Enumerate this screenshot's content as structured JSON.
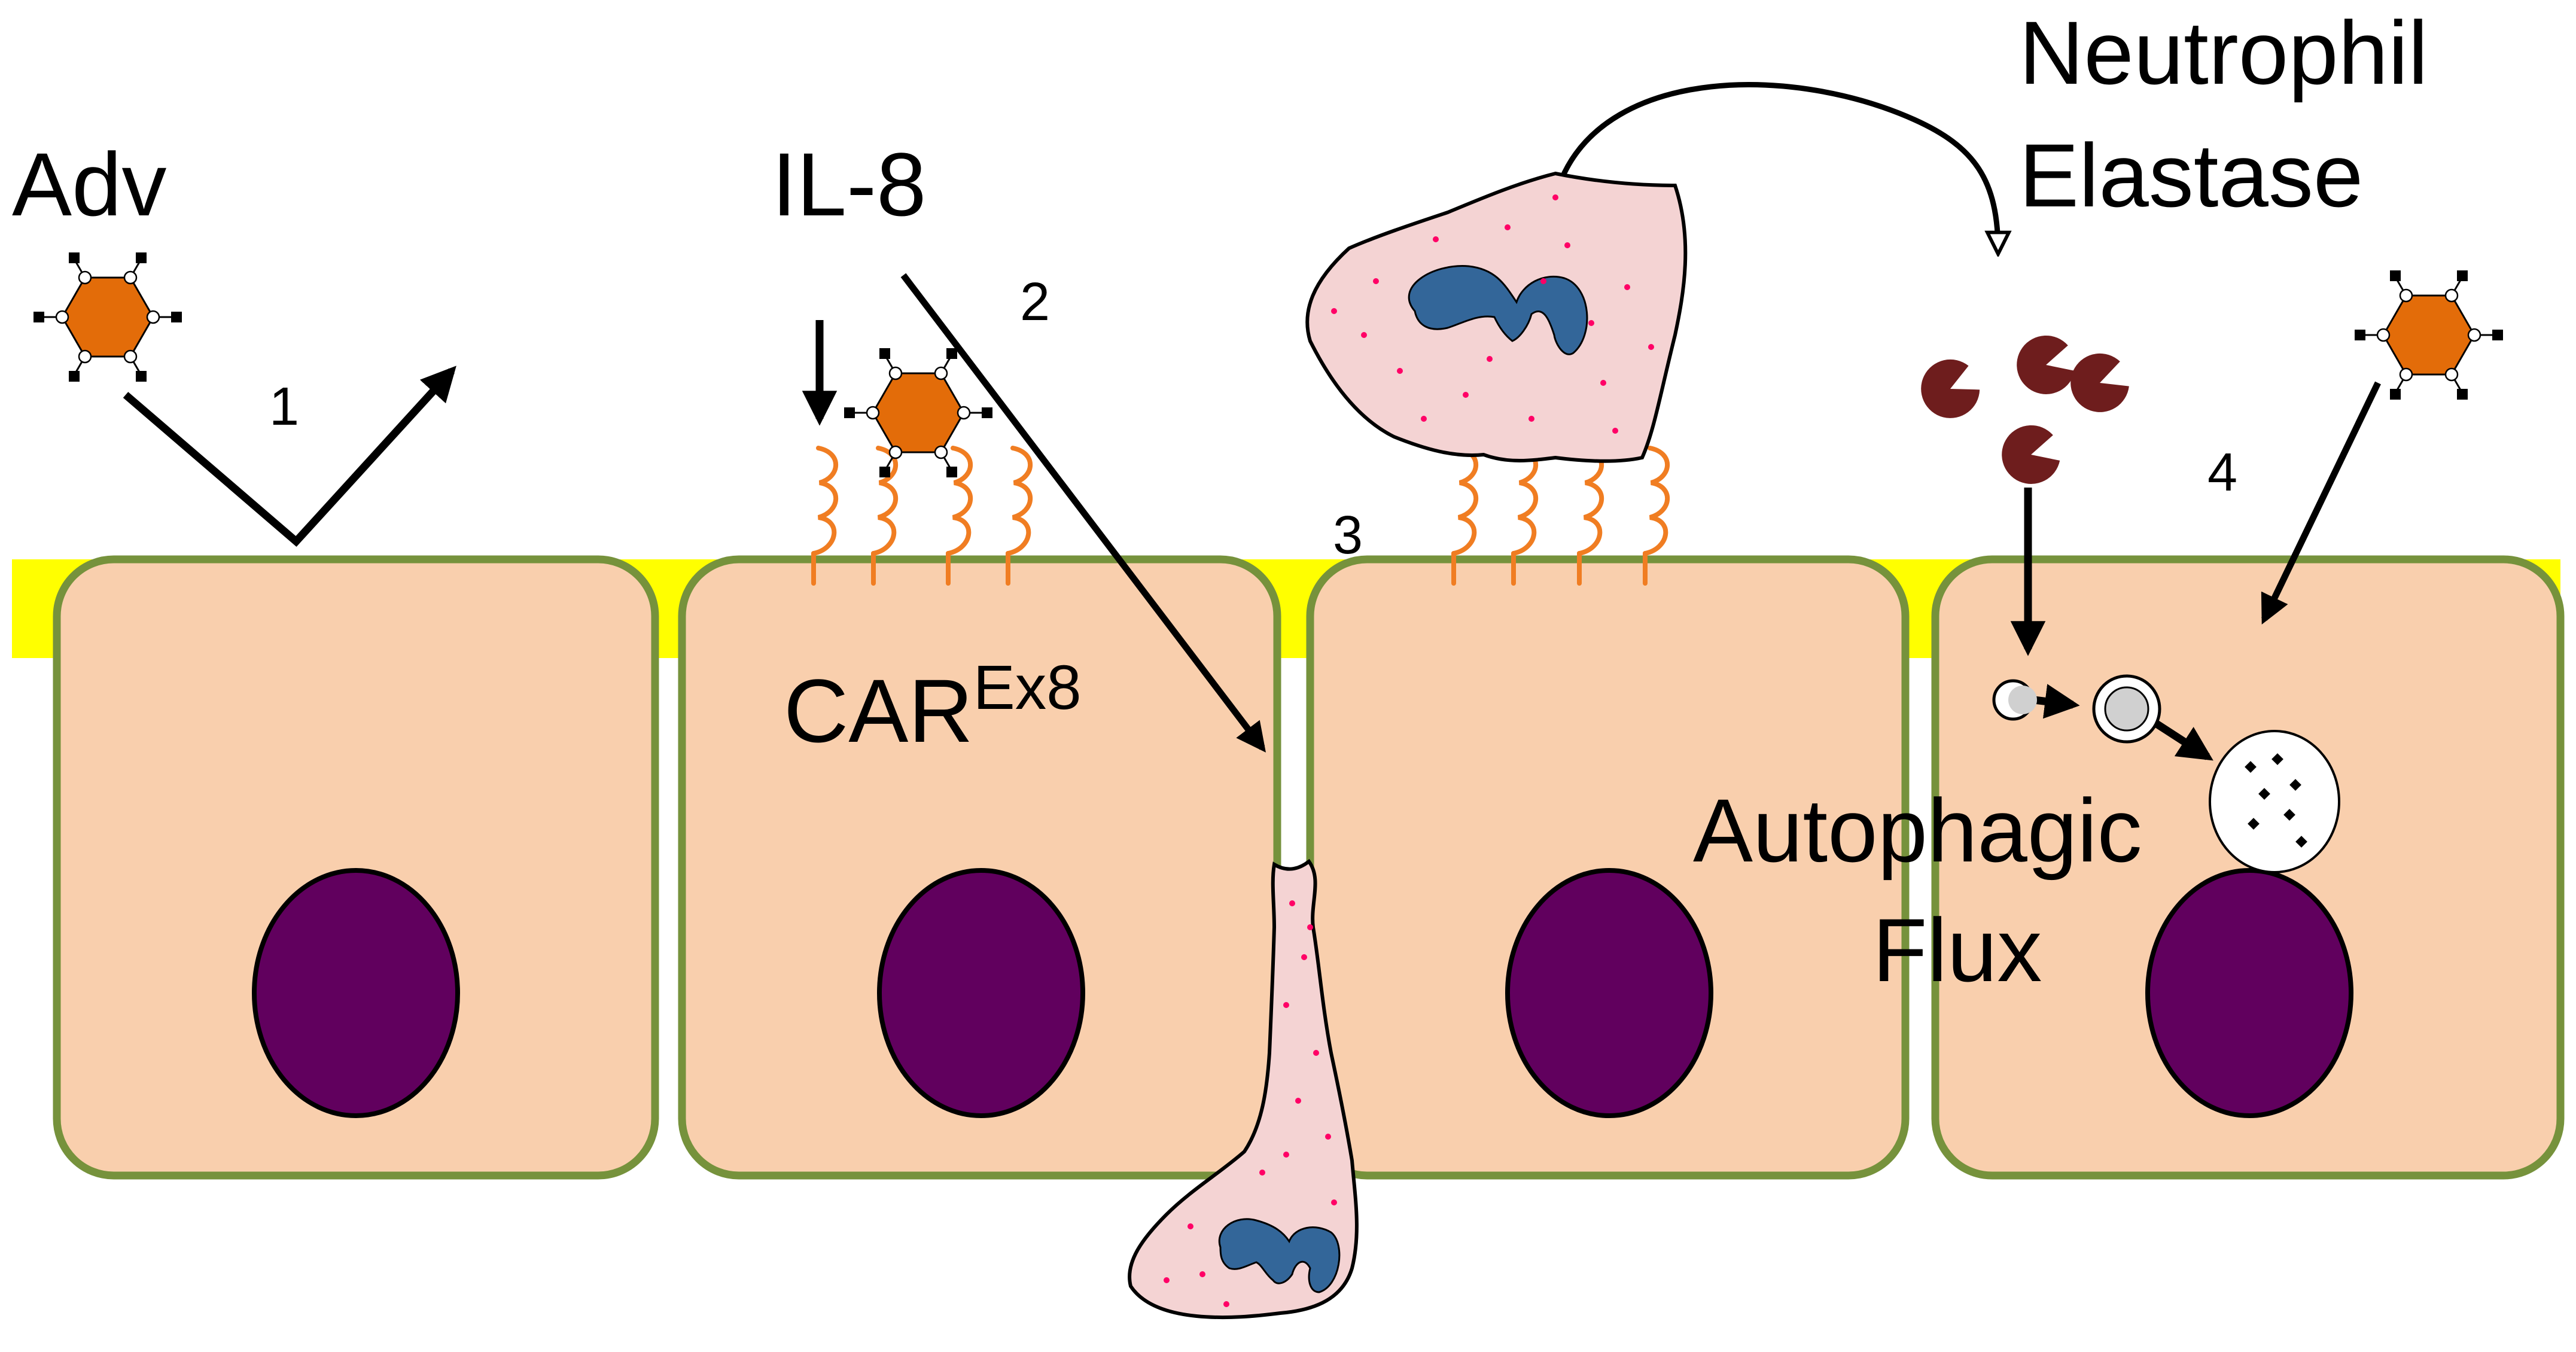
{
  "labels": {
    "adv": "Adv",
    "il8": "IL-8",
    "car": "CAR",
    "car_sup": "Ex8",
    "neutrophil_line1": "Neutrophil",
    "neutrophil_line2": "Elastase",
    "autophagic_line1": "Autophagic",
    "autophagic_line2": "Flux"
  },
  "steps": [
    "1",
    "2",
    "3",
    "4"
  ],
  "colors": {
    "cell_fill": "#f9cfad",
    "cell_border": "#76923c",
    "tight_junction": "#ffff00",
    "nucleus": "#61005e",
    "virus_capsid": "#e36c09",
    "car_receptor": "#f07d22",
    "neutrophil_body": "#f4d3d3",
    "neutrophil_nucleus": "#336699",
    "granule": "#ff0066",
    "elastase": "#6e1d1d",
    "arrow": "#000000"
  },
  "icons": [
    "adenovirus-icon",
    "car-receptor-icon",
    "neutrophil-icon",
    "neutrophil-elastase-icon",
    "autophagosome-icon"
  ]
}
